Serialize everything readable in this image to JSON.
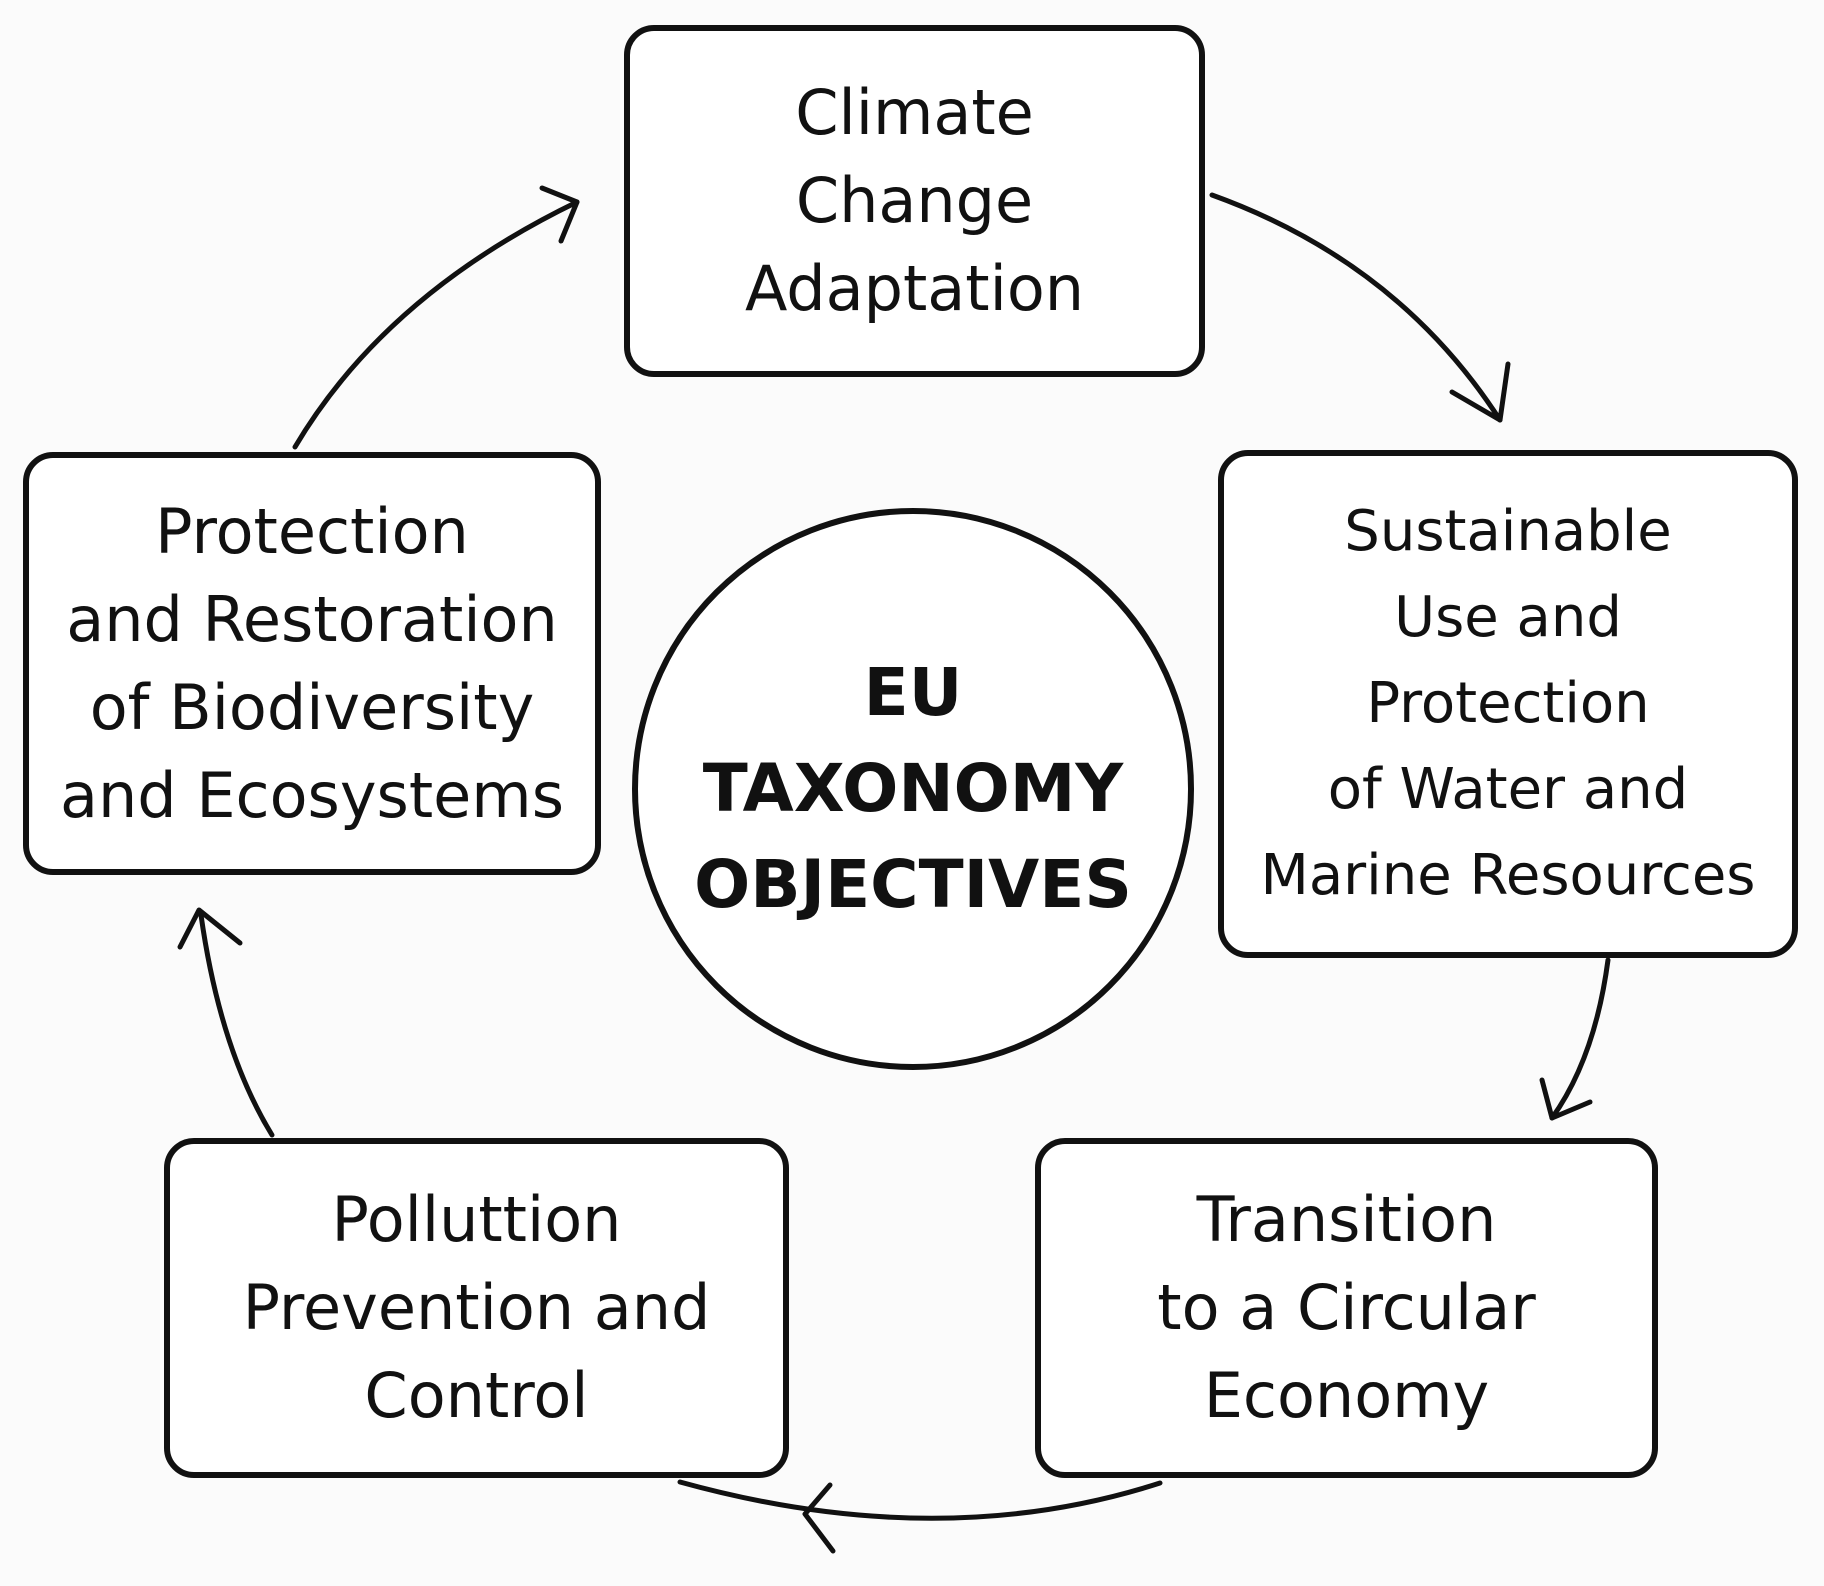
{
  "center": {
    "label": "EU\nTAXONOMY\nOBJECTIVES"
  },
  "objectives": [
    {
      "id": "climate",
      "label": "Climate\nChange\nAdaptation"
    },
    {
      "id": "water",
      "label": "Sustainable\nUse and\nProtection\nof Water and\nMarine Resources"
    },
    {
      "id": "circular",
      "label": "Transition\nto a Circular\nEconomy"
    },
    {
      "id": "pollution",
      "label": "Polluttion\nPrevention and\nControl"
    },
    {
      "id": "biodiversity",
      "label": "Protection\nand Restoration\nof Biodiversity\nand Ecosystems"
    }
  ],
  "colors": {
    "stroke": "#111111",
    "background": "#fbfbfb"
  }
}
